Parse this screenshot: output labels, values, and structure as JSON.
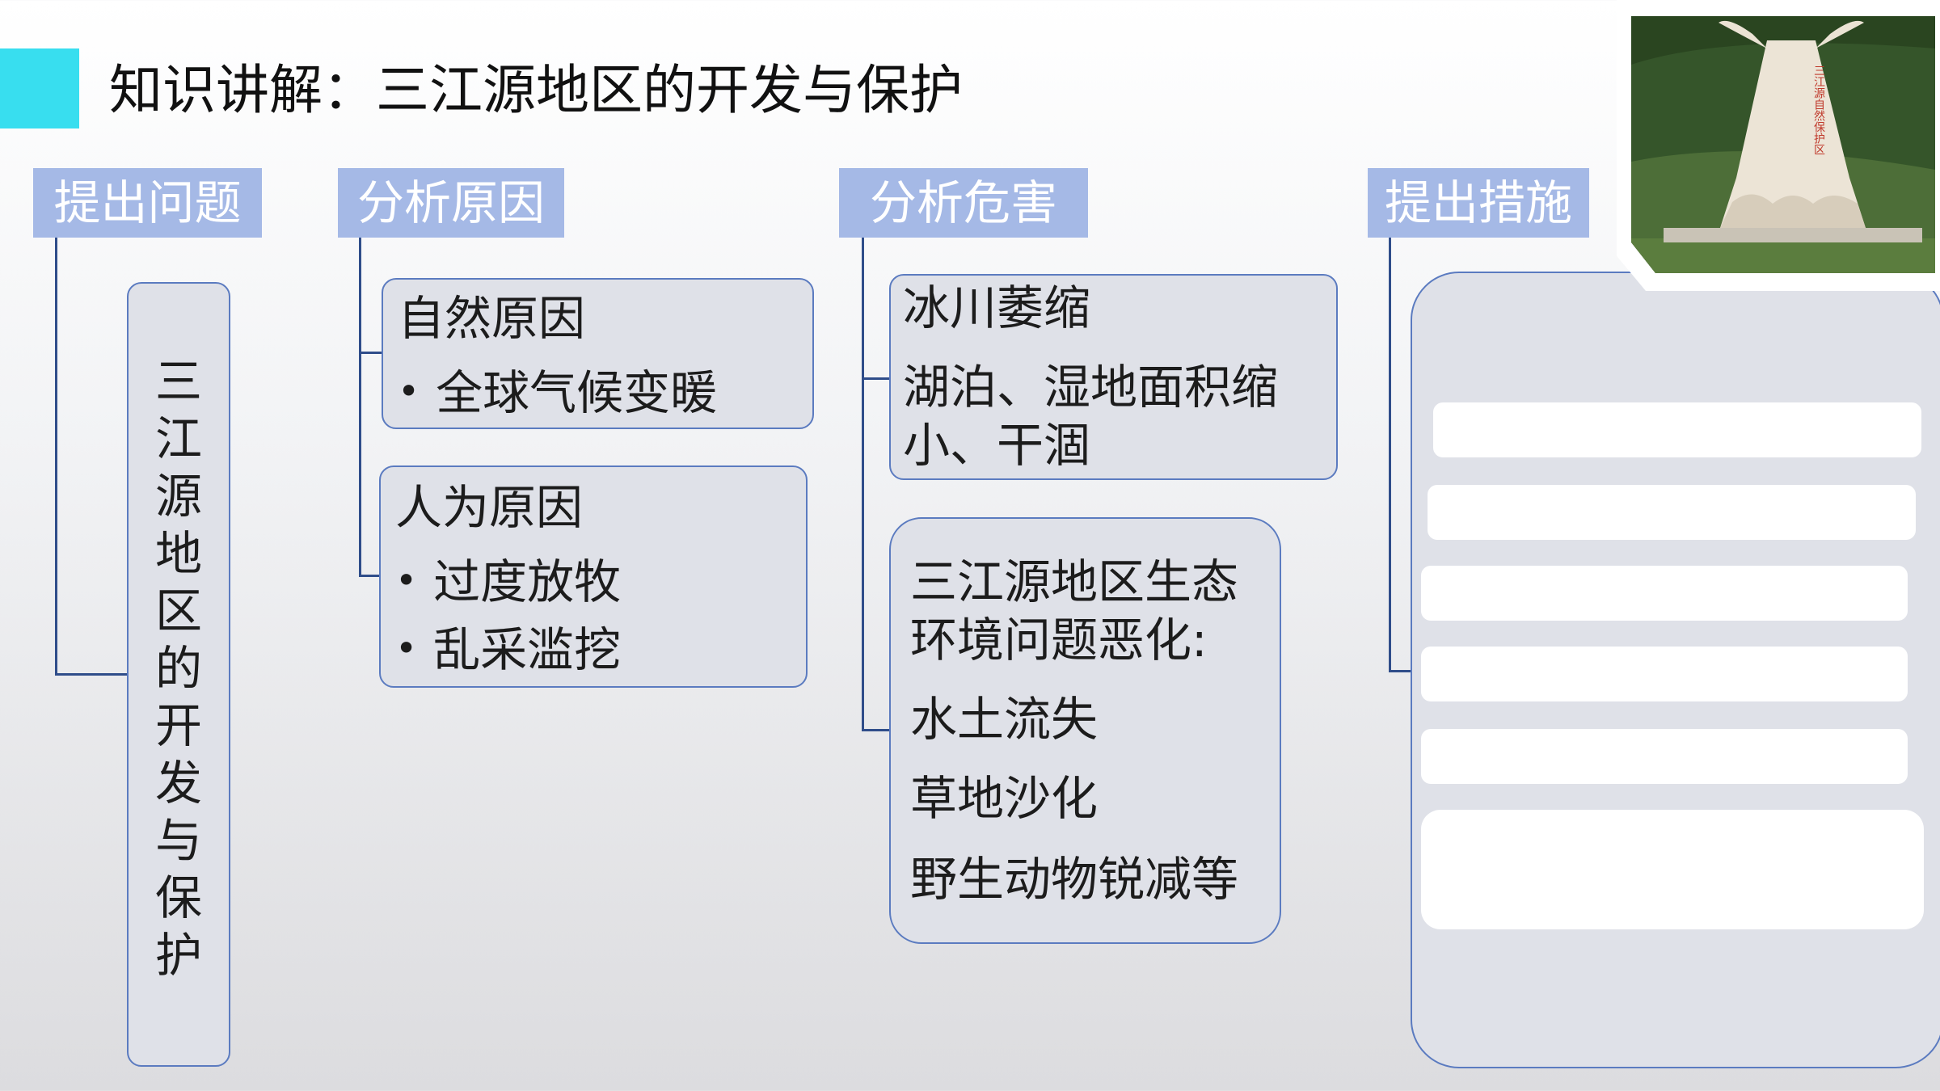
{
  "title": "知识讲解：三江源地区的开发与保护",
  "columns": {
    "problem": {
      "header": "提出问题",
      "content": [
        "三",
        "江",
        "源",
        "地",
        "区",
        "的",
        "开",
        "发",
        "与",
        "保",
        "护"
      ]
    },
    "causes": {
      "header": "分析原因",
      "natural": {
        "title": "自然原因",
        "items": [
          "全球气候变暖"
        ]
      },
      "human": {
        "title": "人为原因",
        "items": [
          "过度放牧",
          "乱采滥挖"
        ]
      }
    },
    "harms": {
      "header": "分析危害",
      "box1": {
        "lines": [
          "冰川萎缩",
          "湖泊、湿地面积缩",
          "小、干涸"
        ]
      },
      "box2": {
        "lines": [
          "三江源地区生态",
          "环境问题恶化:",
          "水土流失",
          "草地沙化",
          "野生动物锐减等"
        ]
      }
    },
    "measures": {
      "header": "提出措施"
    }
  },
  "photo": {
    "inscription": "三江源自然保护区"
  }
}
